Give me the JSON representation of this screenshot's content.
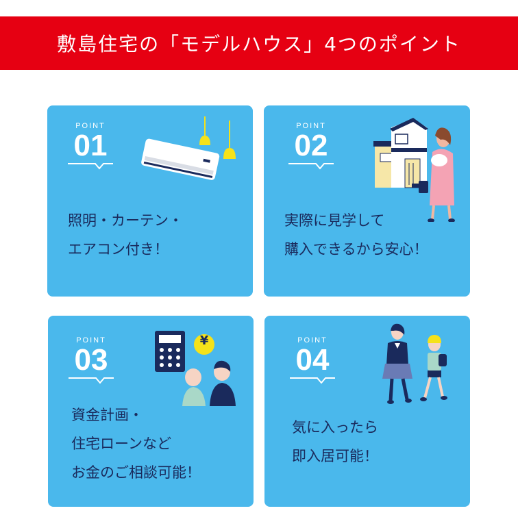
{
  "banner": {
    "title": "敷島住宅の「モデルハウス」4つのポイント",
    "color": "#e60012"
  },
  "card_color": "#4ab8ec",
  "text_color": "#1a2a5c",
  "cards": [
    {
      "point_label": "POINT",
      "number": "01",
      "lines": [
        "照明・カーテン・",
        "エアコン付き！"
      ],
      "illustration": "air-conditioner-and-pendant-lights"
    },
    {
      "point_label": "POINT",
      "number": "02",
      "lines": [
        "実際に見学して",
        "購入できるから安心！"
      ],
      "illustration": "house-and-woman-with-baby"
    },
    {
      "point_label": "POINT",
      "number": "03",
      "lines": [
        "資金計画・",
        "住宅ローンなど",
        "お金のご相談可能！"
      ],
      "illustration": "calculator-yen-coin-and-couple"
    },
    {
      "point_label": "POINT",
      "number": "04",
      "lines": [
        "気に入ったら",
        "即入居可能！"
      ],
      "illustration": "students-walking-to-school"
    }
  ],
  "yen_symbol": "¥"
}
